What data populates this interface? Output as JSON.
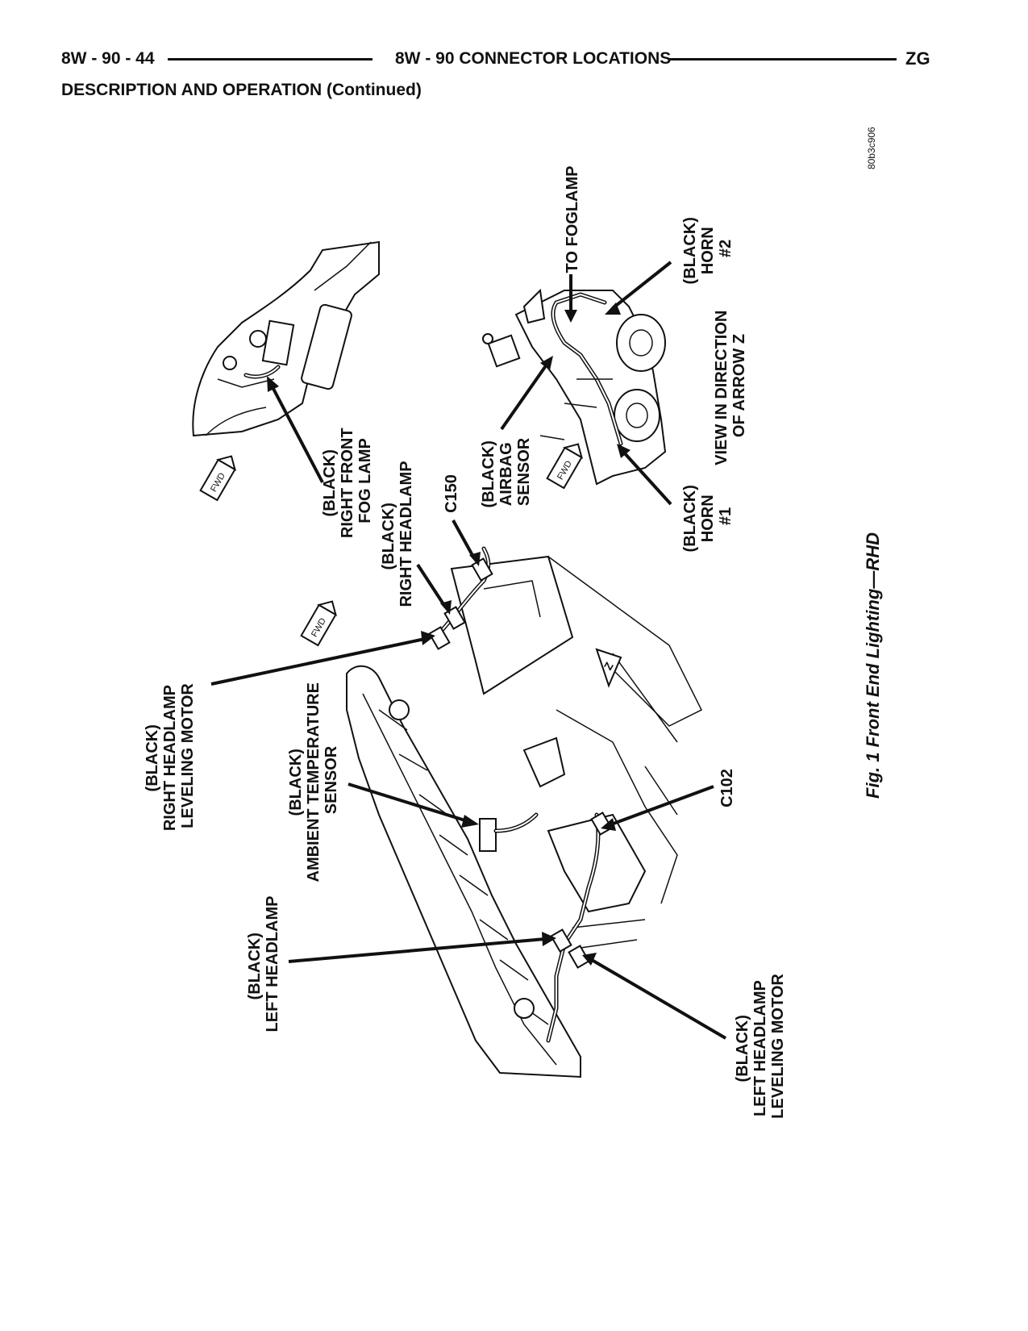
{
  "header": {
    "page_number": "8W - 90 - 44",
    "section_title": "8W - 90 CONNECTOR LOCATIONS",
    "model_code": "ZG"
  },
  "section_heading": "DESCRIPTION AND OPERATION (Continued)",
  "figure": {
    "image_code": "80b3c906",
    "caption": "Fig. 1 Front End Lighting—RHD",
    "fwd_tag": "FWD",
    "arrow_z": "Z",
    "labels": {
      "right_headlamp_leveling_motor": [
        "(BLACK)",
        "RIGHT HEADLAMP",
        "LEVELING MOTOR"
      ],
      "ambient_temperature_sensor": [
        "(BLACK)",
        "AMBIENT TEMPERATURE",
        "SENSOR"
      ],
      "left_headlamp": [
        "(BLACK)",
        "LEFT HEADLAMP"
      ],
      "right_headlamp": [
        "(BLACK)",
        "RIGHT HEADLAMP"
      ],
      "right_front_fog_lamp": [
        "(BLACK)",
        "RIGHT FRONT",
        "FOG LAMP"
      ],
      "c150": "C150",
      "c102": "C102",
      "airbag_sensor": [
        "(BLACK)",
        "AIRBAG",
        "SENSOR"
      ],
      "horn_1": [
        "(BLACK)",
        "HORN",
        "#1"
      ],
      "horn_2": [
        "(BLACK)",
        "HORN",
        "#2"
      ],
      "to_foglamp": "TO FOGLAMP",
      "view_direction": [
        "VIEW IN DIRECTION",
        "OF ARROW Z"
      ],
      "left_headlamp_leveling_motor": [
        "(BLACK)",
        "LEFT HEADLAMP",
        "LEVELING MOTOR"
      ]
    }
  }
}
